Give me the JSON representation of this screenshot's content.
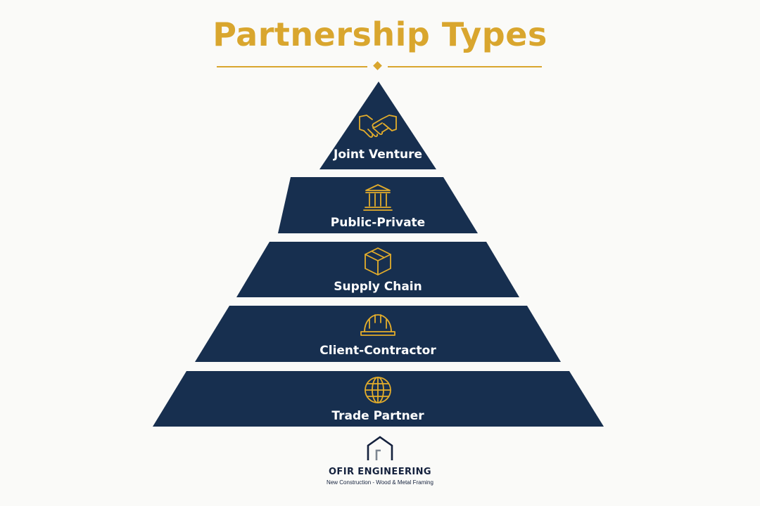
{
  "header": {
    "title": "Partnership Types"
  },
  "pyramid": {
    "tiers": [
      {
        "label": "Joint Venture",
        "icon": "handshake-icon"
      },
      {
        "label": "Public-Private",
        "icon": "government-building-icon"
      },
      {
        "label": "Supply Chain",
        "icon": "box-icon"
      },
      {
        "label": "Client-Contractor",
        "icon": "hard-hat-icon"
      },
      {
        "label": "Trade Partner",
        "icon": "globe-icon"
      }
    ],
    "fill_color": "#172f4f",
    "icon_color": "#e3ad2b"
  },
  "footer": {
    "logo_icon": "house-logo-icon",
    "company": "OFIR ENGINEERING",
    "tagline": "New Construction - Wood & Metal Framing"
  },
  "colors": {
    "accent": "#d9a62e",
    "navy": "#172f4f",
    "background": "#fafaf8"
  }
}
